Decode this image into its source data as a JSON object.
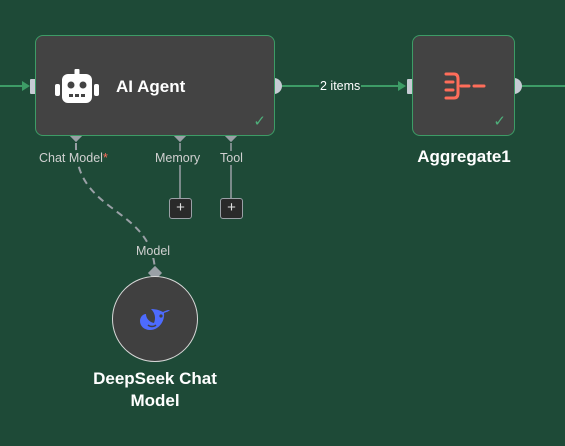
{
  "nodes": {
    "ai_agent": {
      "title": "AI Agent",
      "icon": "robot-icon",
      "status": "success",
      "ports": {
        "chat_model": "Chat Model",
        "chat_model_required_mark": "*",
        "memory": "Memory",
        "tool": "Tool"
      },
      "add_label": "+"
    },
    "aggregate": {
      "title": "Aggregate1",
      "icon": "aggregate-icon",
      "status": "success"
    },
    "deepseek": {
      "title_line1": "DeepSeek Chat",
      "title_line2": "Model",
      "icon": "deepseek-whale-icon",
      "port": "Model"
    }
  },
  "connections": {
    "agent_to_aggregate_label": "2 items"
  },
  "colors": {
    "canvas": "#1e4a37",
    "node_bg": "#434343",
    "success": "#3d9c66",
    "aggregate_icon": "#ff6d5a",
    "deepseek_icon": "#4d6bfe"
  }
}
